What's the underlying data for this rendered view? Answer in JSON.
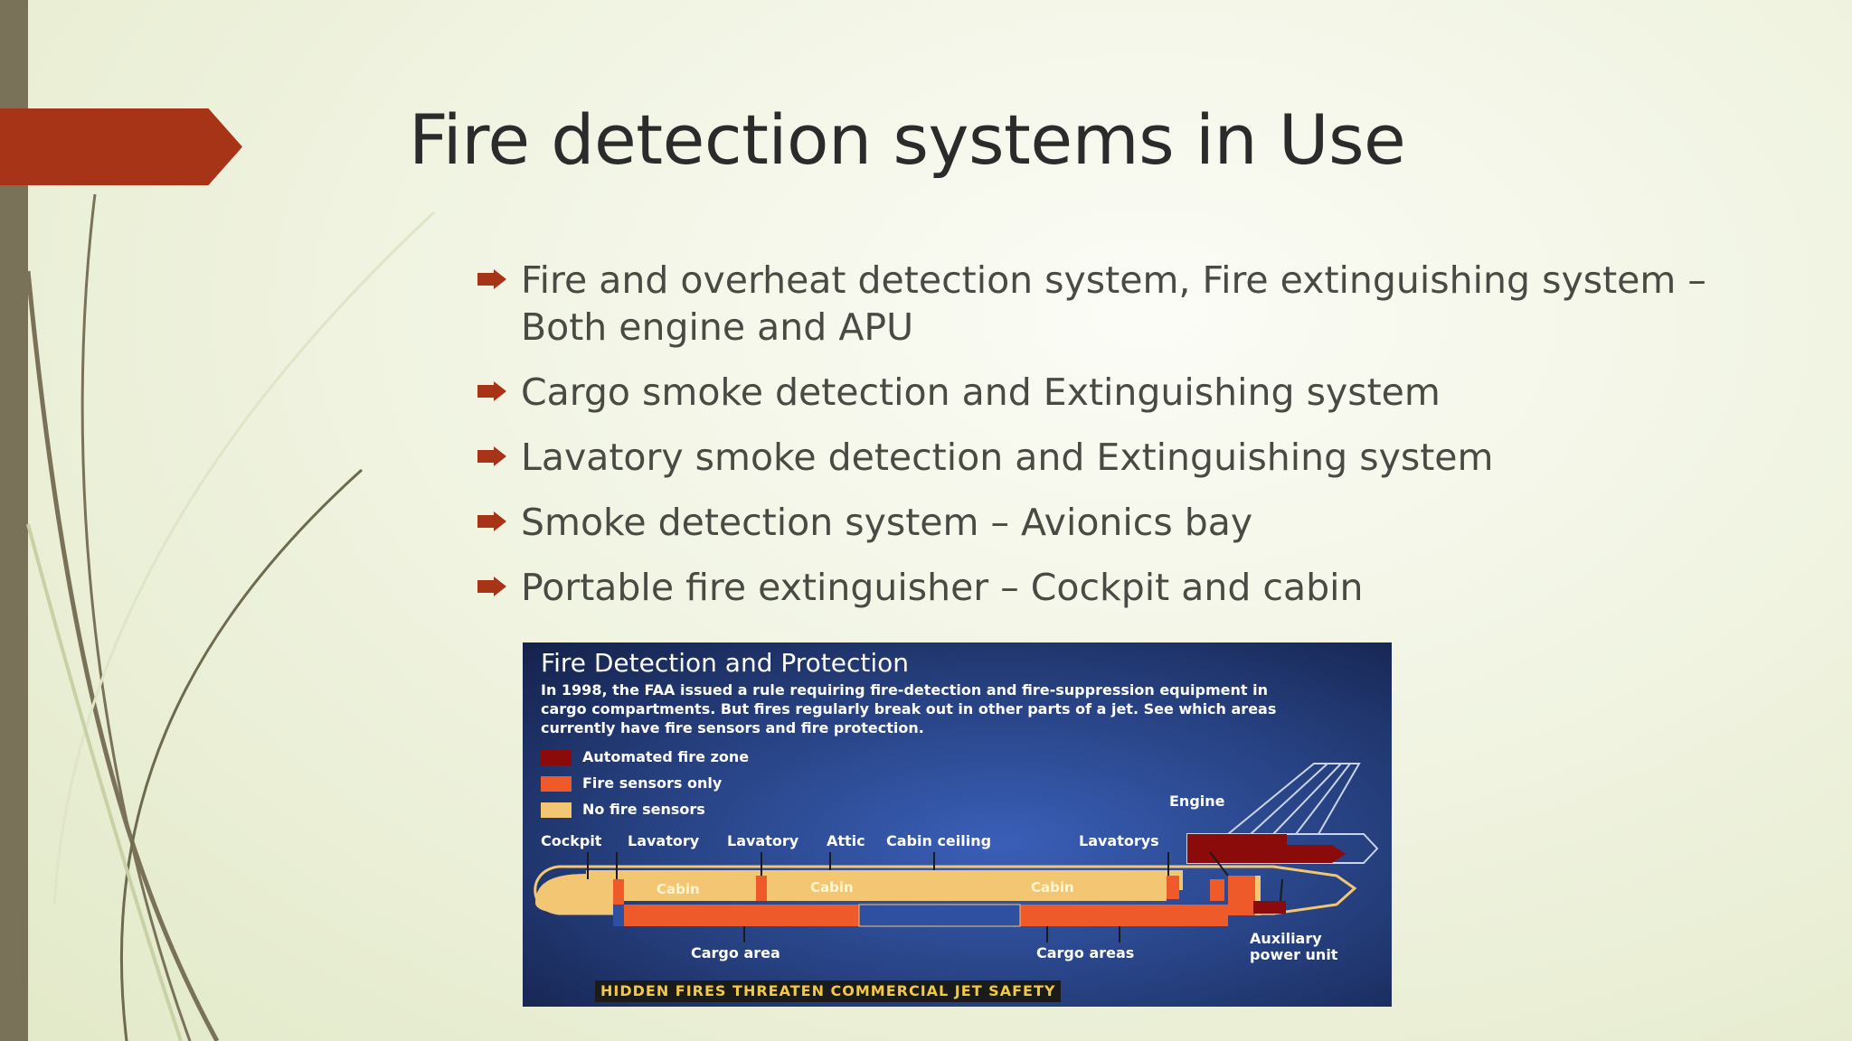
{
  "slide": {
    "title": "Fire detection systems in Use",
    "accent_color": "#a83418",
    "bullets": [
      {
        "text": "Fire and overheat detection system, Fire extinguishing system – Both engine and APU"
      },
      {
        "text": "Cargo smoke detection and Extinguishing system"
      },
      {
        "text": "Lavatory smoke detection and Extinguishing system"
      },
      {
        "text": "Smoke detection system – Avionics bay"
      },
      {
        "text": "Portable fire extinguisher – Cockpit and cabin"
      }
    ],
    "bullet_icon": "arrow-bullet-icon"
  },
  "figure": {
    "title": "Fire Detection and Protection",
    "description": "In 1998, the FAA issued a rule requiring fire-detection and fire-suppression equipment in cargo compartments. But fires regularly break out in other parts of a jet. See which areas currently have fire sensors and fire protection.",
    "legend": [
      {
        "label": "Automated fire zone",
        "color": "#8b0a0a"
      },
      {
        "label": "Fire sensors only",
        "color": "#ef5a2a"
      },
      {
        "label": "No fire sensors",
        "color": "#f3c673"
      }
    ],
    "labels": {
      "cockpit": "Cockpit",
      "lavatory1": "Lavatory",
      "lavatory2": "Lavatory",
      "attic": "Attic",
      "cabin_ceiling": "Cabin ceiling",
      "lavatorys": "Lavatorys",
      "engine": "Engine",
      "cabin1": "Cabin",
      "cabin2": "Cabin",
      "cabin3": "Cabin",
      "cargo_area": "Cargo area",
      "cargo_areas": "Cargo areas",
      "apu_line1": "Auxiliary",
      "apu_line2": "power unit"
    },
    "footer": "HIDDEN FIRES THREATEN COMMERCIAL JET SAFETY"
  }
}
